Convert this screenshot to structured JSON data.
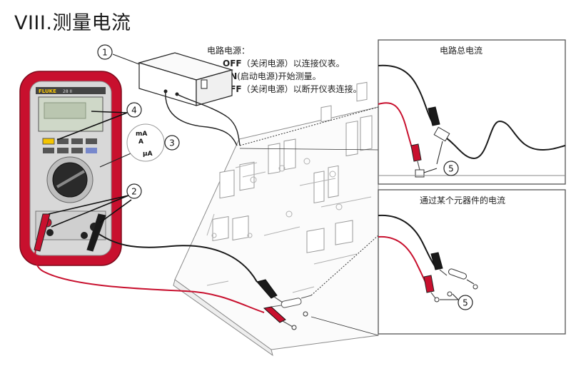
{
  "title": "VIII.测量电流",
  "power_note": {
    "heading": "电路电源：",
    "steps": [
      {
        "state": "OFF",
        "text": "（关闭电源）以连接仪表。"
      },
      {
        "state": "ON",
        "text": "(启动电源)开始测量。"
      },
      {
        "state": "OFF",
        "text": "（关闭电源）以断开仪表连接。"
      }
    ]
  },
  "panels": {
    "total_current": {
      "title": "电路总电流"
    },
    "component_current": {
      "title": "通过某个元器件的电流"
    }
  },
  "callouts": {
    "power_supply": "1",
    "leads": "2",
    "dial": "3",
    "function": "4",
    "clip_total": "5",
    "clip_component": "5"
  },
  "meter": {
    "brand": "FLUKE",
    "model": "28 II",
    "dial_units": {
      "ma": "mA",
      "a": "A",
      "ua": "µA"
    }
  },
  "colors": {
    "meter_body": "#c8102e",
    "lead_red": "#c8102e",
    "lead_black": "#1a1a1a",
    "line": "#333333",
    "panel_border": "#555555",
    "board_line": "#888888"
  }
}
